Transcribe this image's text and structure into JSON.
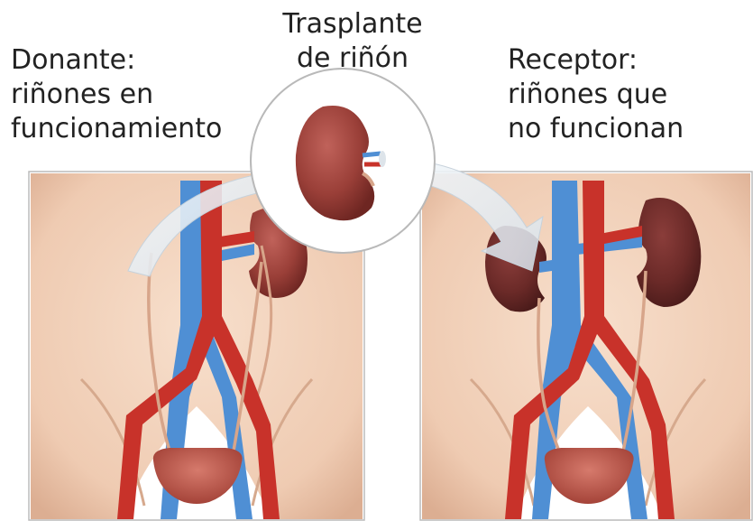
{
  "labels": {
    "donor": [
      "Donante:",
      "riñones en",
      "funcionamiento"
    ],
    "transplant": [
      "Trasplante",
      "de riñón"
    ],
    "recipient": [
      "Receptor:",
      "riñones que",
      "no funcionan"
    ]
  },
  "colors": {
    "skin": "#f2d3bd",
    "skin_shadow": "#dfb59a",
    "artery": "#c8322a",
    "vein": "#4f8fd4",
    "kidney": "#8a3530",
    "kidney_light": "#b65a52",
    "bladder": "#b5493e",
    "ureter": "#d7a58a",
    "arrow": "#e7eef4"
  },
  "icons": {
    "donor_panel": "donor-torso-illustration",
    "recipient_panel": "recipient-torso-illustration",
    "kidney": "kidney-icon"
  }
}
